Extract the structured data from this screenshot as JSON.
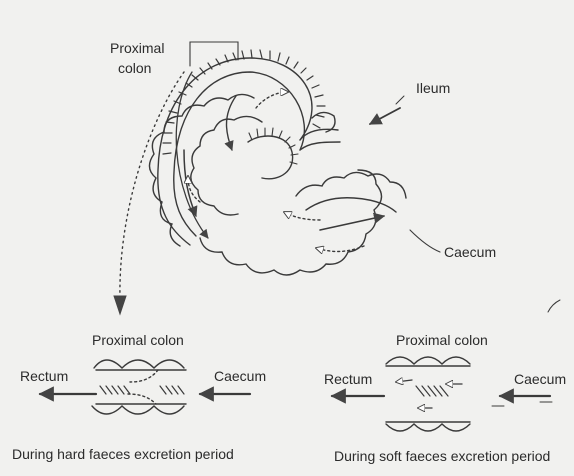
{
  "figure": {
    "top": {
      "label_proximal_line1": "Proximal",
      "label_proximal_line2": "colon",
      "label_ileum": "Ileum",
      "label_caecum": "Caecum"
    },
    "left_panel": {
      "title": "Proximal colon",
      "label_rectum": "Rectum",
      "label_caecum": "Caecum",
      "caption": "During hard faeces excretion period"
    },
    "right_panel": {
      "title": "Proximal colon",
      "label_rectum": "Rectum",
      "label_caecum": "Caecum",
      "caption": "During soft faeces excretion period"
    }
  }
}
